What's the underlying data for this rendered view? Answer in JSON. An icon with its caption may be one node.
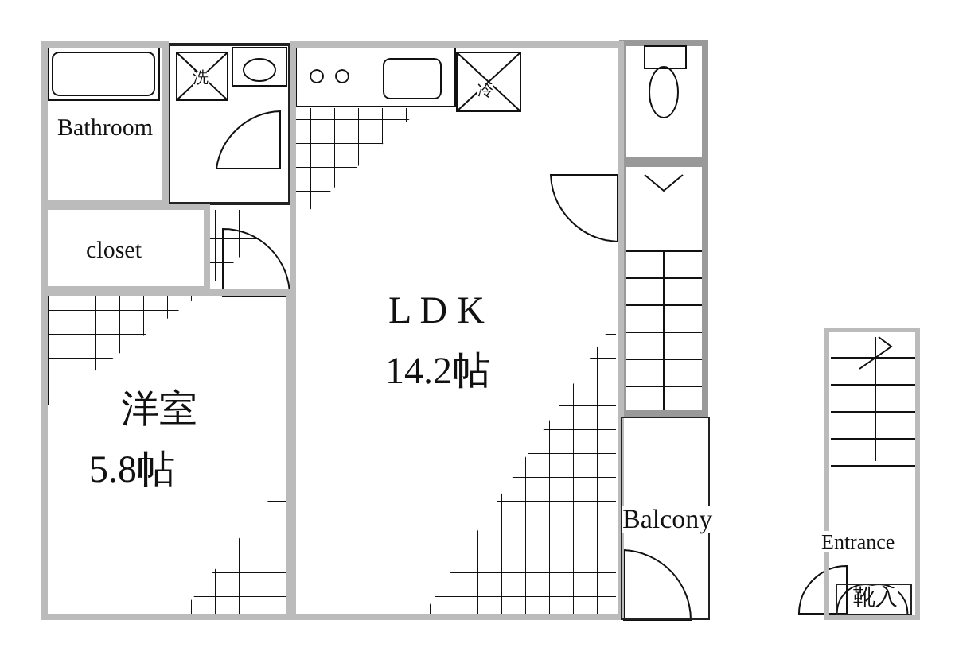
{
  "diagram": {
    "nodes": [
      {
        "text": [
          "Bathroom"
        ]
      },
      {
        "text": [
          "closet"
        ]
      },
      {
        "text": [
          "洋室",
          "5.8帖"
        ]
      },
      {
        "text": [
          "L D K",
          "14.2帖"
        ]
      },
      {
        "text": [
          "Balcony"
        ]
      },
      {
        "text": [
          "Entrance"
        ]
      },
      {
        "text": [
          "靴入"
        ],
        "in": 5
      }
    ],
    "edges": [],
    "labels": [
      "洗",
      "冷"
    ]
  }
}
